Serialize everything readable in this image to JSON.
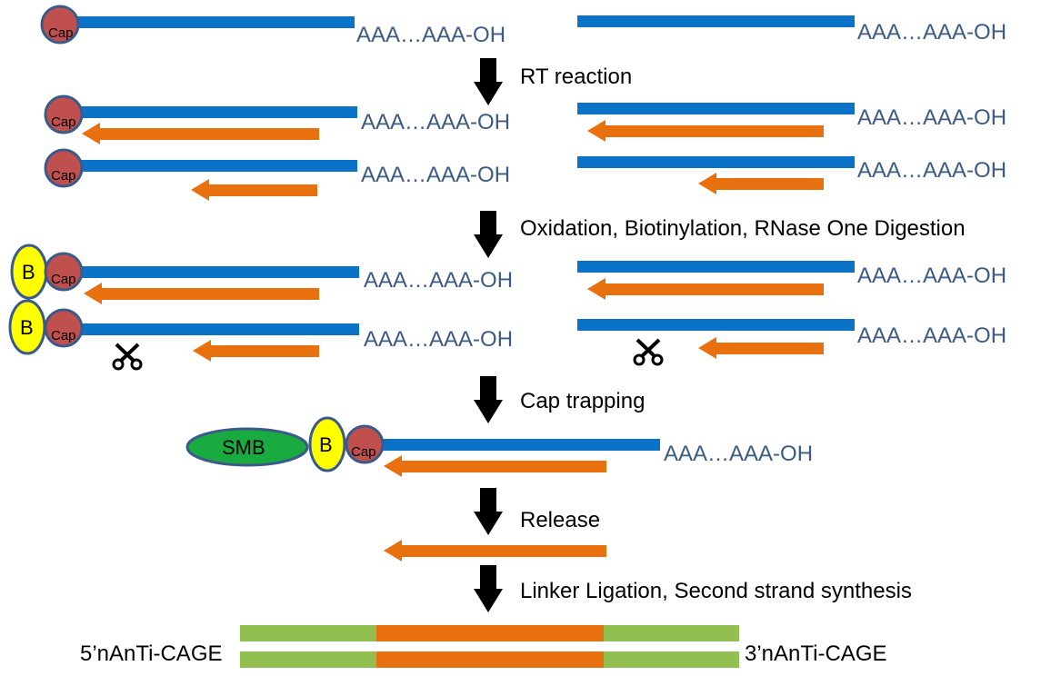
{
  "labels": {
    "cap": "Cap",
    "poly_a": "AAA…AAA-OH",
    "biotin": "B",
    "smb": "SMB",
    "five_prime": "5’nAnTi-CAGE",
    "three_prime": "3’nAnTi-CAGE"
  },
  "steps": [
    "RT reaction",
    "Oxidation, Biotinylation, RNase One Digestion",
    "Cap trapping",
    "Release",
    "Linker Ligation, Second strand synthesis"
  ],
  "colors": {
    "rna": "#0a72c7",
    "cdna": "#e8700f",
    "cap": "#c0504d",
    "biotin": "#ffff00",
    "smb": "#1aab40",
    "linker": "#92c050",
    "outline": "#3a5a8a",
    "poly_a_text": "#3b5a86",
    "arrow": "#000000"
  }
}
